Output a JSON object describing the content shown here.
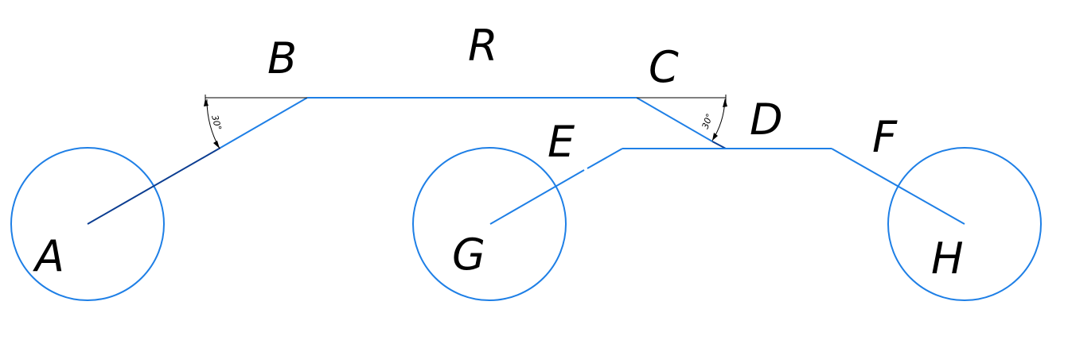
{
  "colors": {
    "line": "#1e7fe6",
    "dark_line": "#0b3d91",
    "dimension": "#000000",
    "text": "#000000"
  },
  "points": {
    "A": "A",
    "B": "B",
    "R": "R",
    "C": "C",
    "D": "D",
    "E": "E",
    "F": "F",
    "G": "G",
    "H": "H"
  },
  "angles": {
    "left": "30°",
    "right": "30°"
  }
}
